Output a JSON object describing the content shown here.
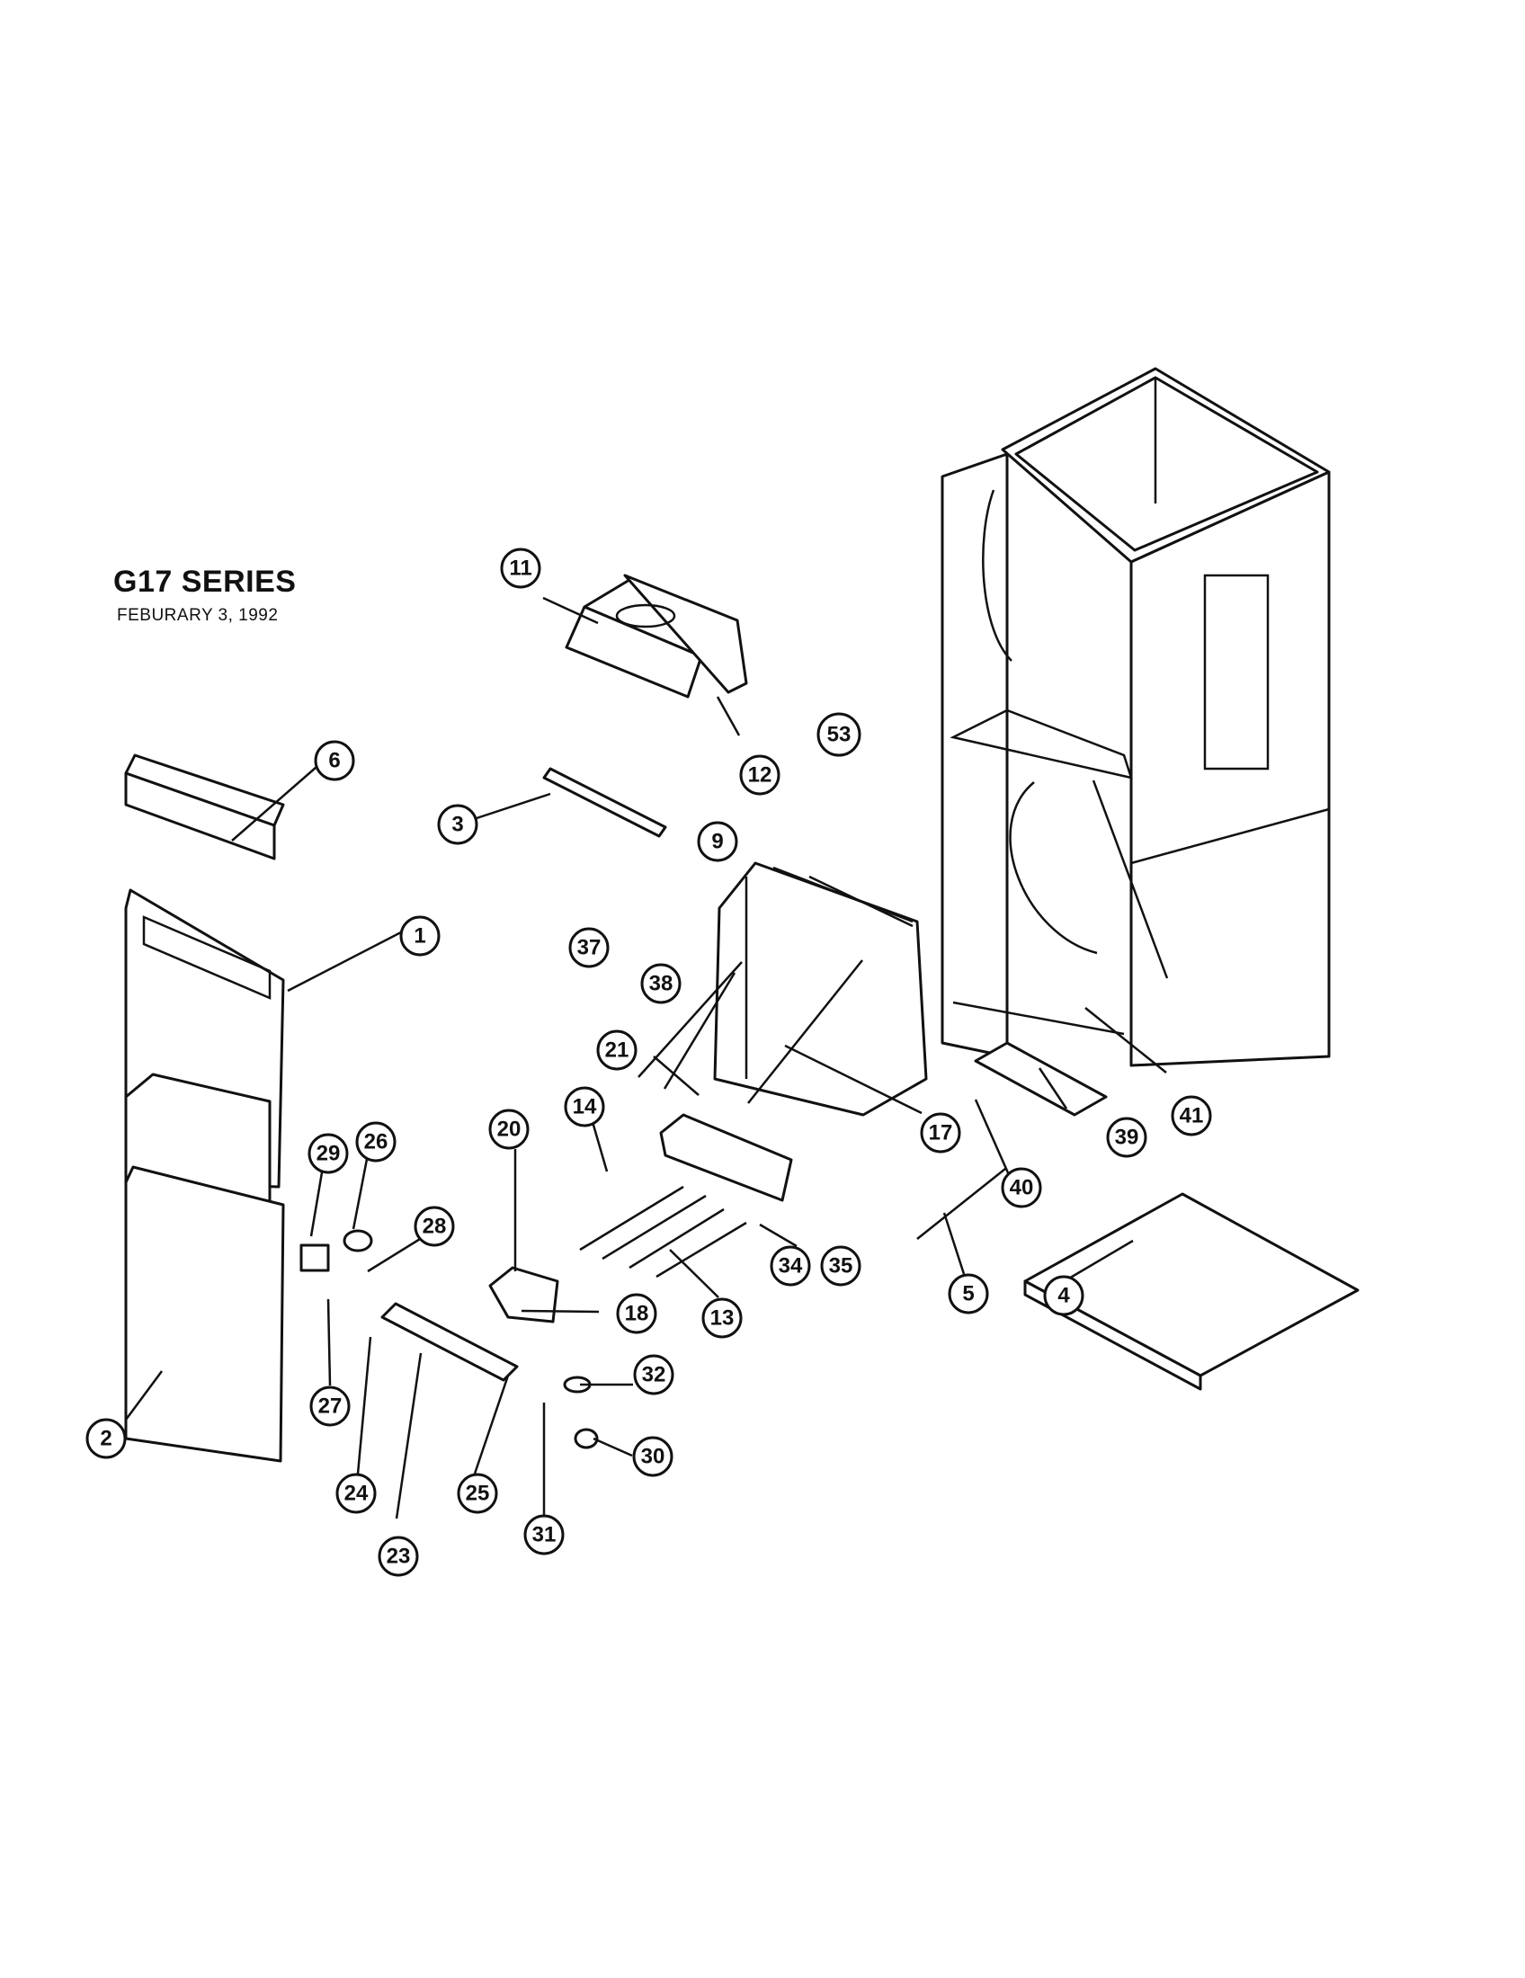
{
  "header": {
    "title": "G17 SERIES",
    "date": "FEBURARY 3, 1992"
  },
  "callouts": [
    "1",
    "2",
    "3",
    "4",
    "5",
    "6",
    "9",
    "11",
    "12",
    "13",
    "14",
    "17",
    "18",
    "20",
    "21",
    "23",
    "24",
    "25",
    "26",
    "27",
    "28",
    "29",
    "30",
    "31",
    "32",
    "34",
    "35",
    "37",
    "38",
    "39",
    "40",
    "41",
    "53"
  ]
}
